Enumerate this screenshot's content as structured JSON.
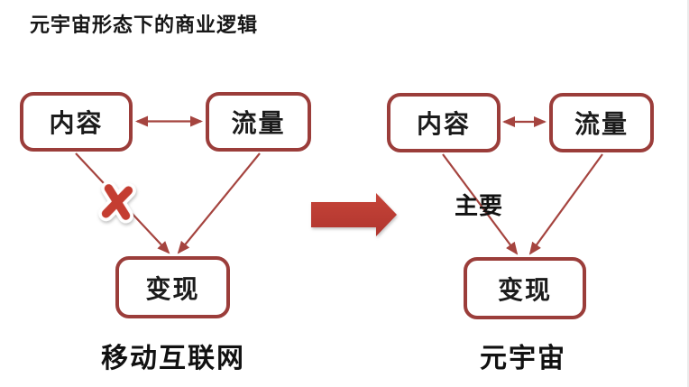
{
  "page": {
    "title": "元宇宙形态下的商业逻辑"
  },
  "colors": {
    "box_border": "#9b3d3a",
    "connector_line": "#a5443f",
    "x_mark": "#c43d31",
    "transform_arrow": "#bd3a31",
    "text": "#1b1b1b"
  },
  "left_diagram": {
    "caption": "移动互联网",
    "nodes": {
      "content": "内容",
      "traffic": "流量",
      "monetize": "变现"
    },
    "blocked_edge": "content-to-monetize (crossed out with X)"
  },
  "transform": {
    "direction": "left-to-right"
  },
  "right_diagram": {
    "caption": "元宇宙",
    "nodes": {
      "content": "内容",
      "traffic": "流量",
      "monetize": "变现"
    },
    "edge_label": "主要"
  }
}
